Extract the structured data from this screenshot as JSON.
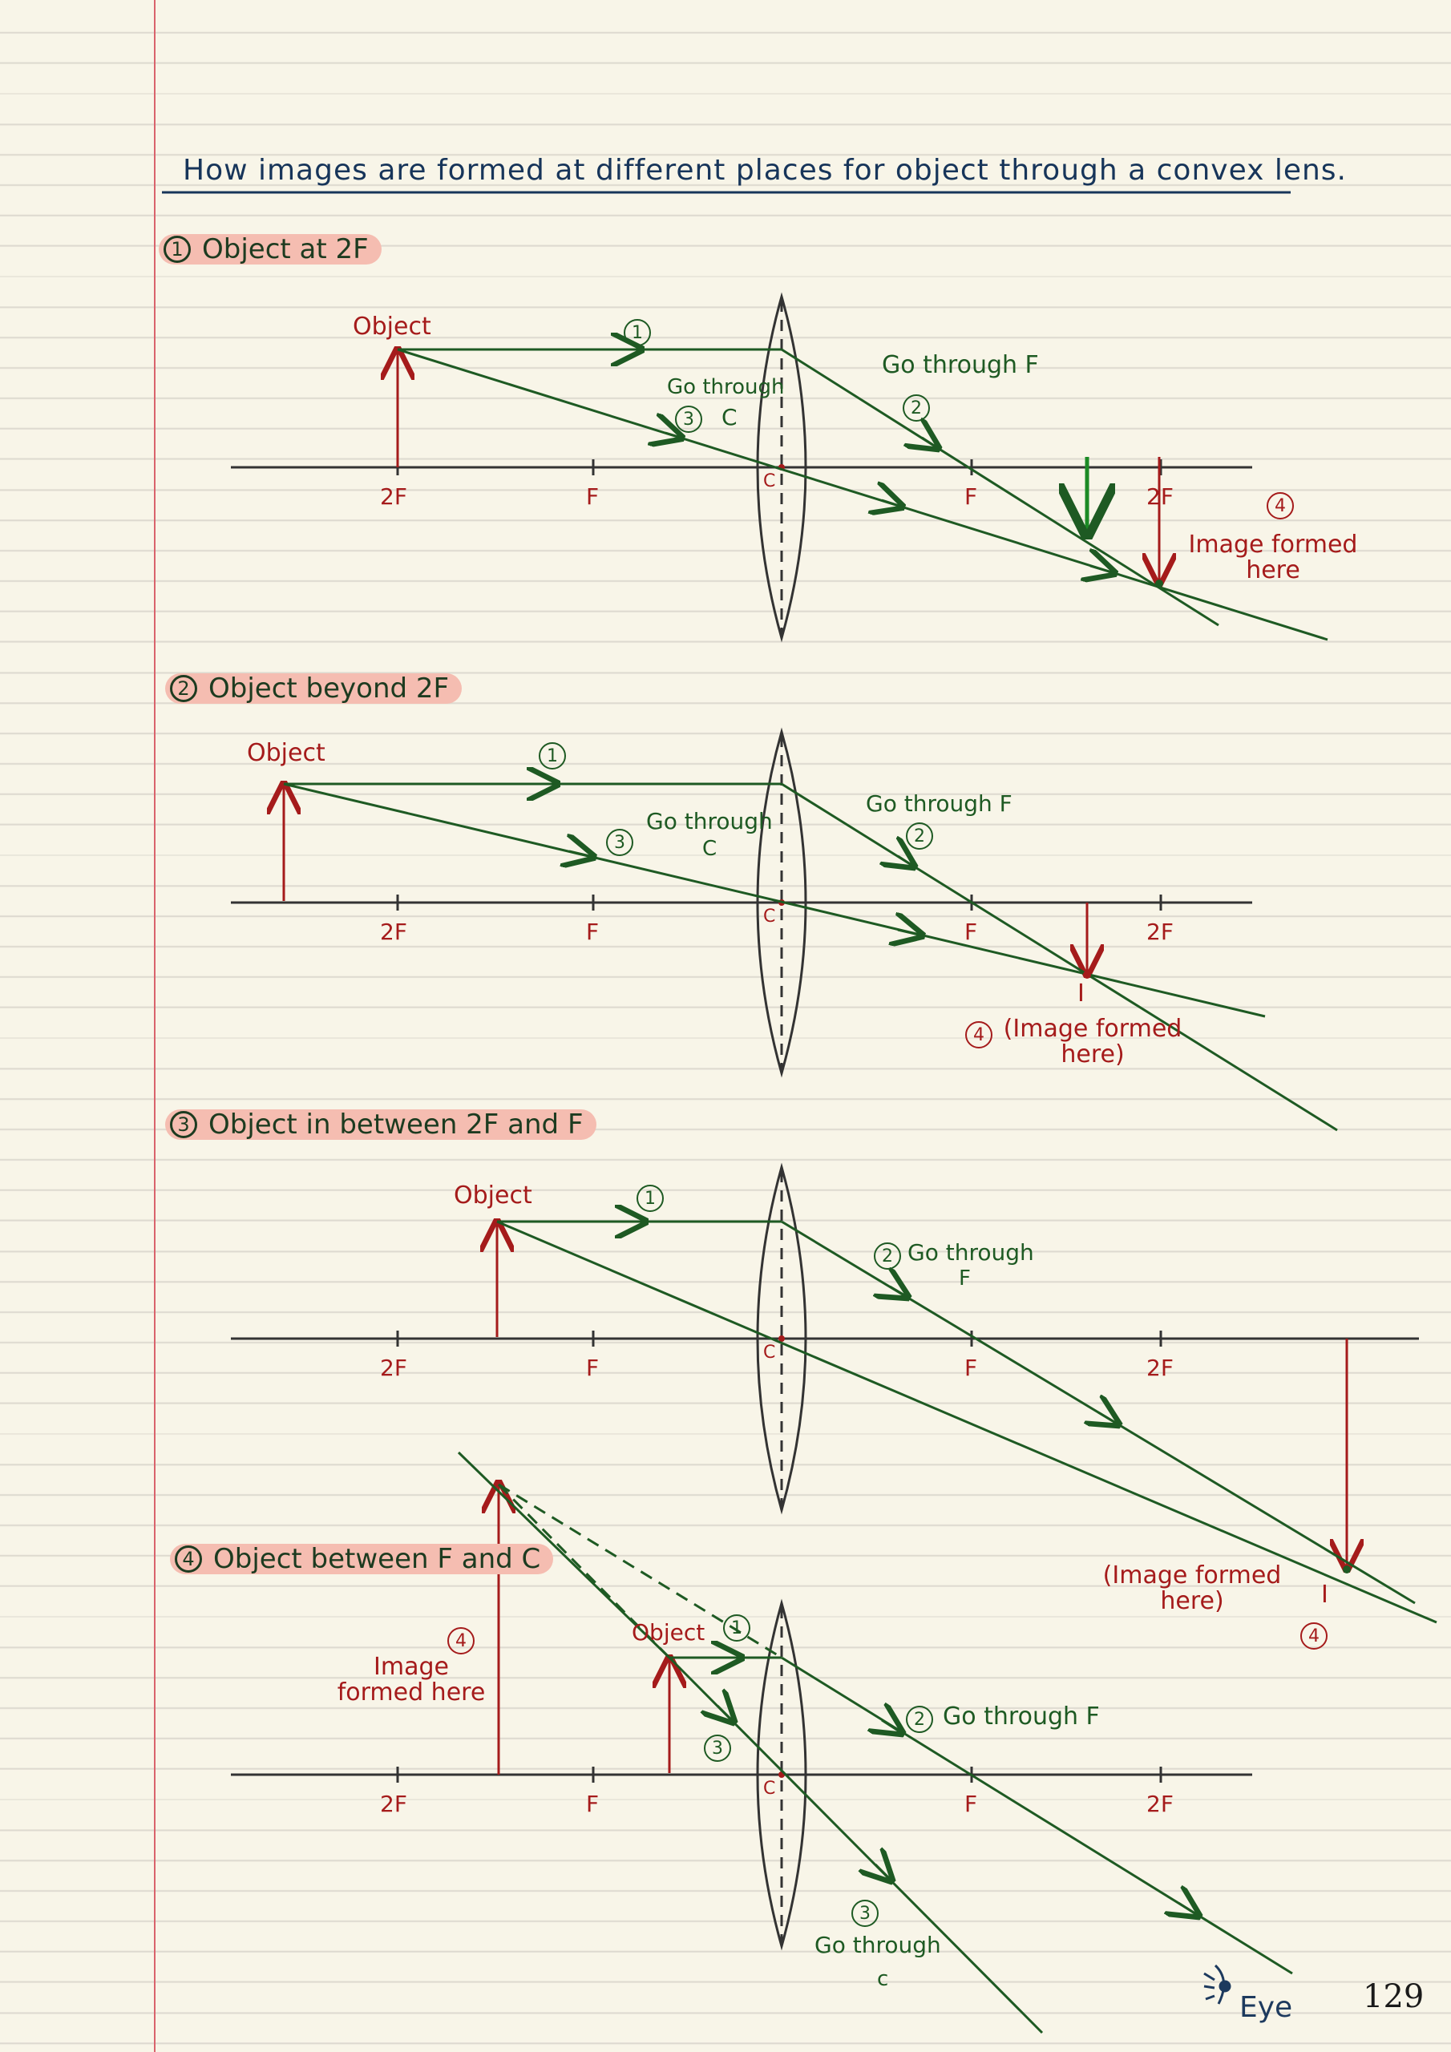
{
  "title": "How images are formed at different places for object through a convex lens.",
  "page_number": "129",
  "axis_labels": {
    "two_f": "2F",
    "f": "F",
    "c": "C"
  },
  "colors": {
    "ray": "#1e5a23",
    "object": "#a51b1b",
    "axis": "#333333",
    "highlight": "#f5bdb1",
    "title": "#17355a"
  },
  "sections": [
    {
      "num": "1",
      "heading": "Object at 2F",
      "object_label": "Object",
      "ray_numbers": [
        "1",
        "2",
        "3",
        "4"
      ],
      "go_through_f": "Go through F",
      "go_through_c": "Go through",
      "c_letter": "C",
      "image_label": "Image formed here"
    },
    {
      "num": "2",
      "heading": "Object beyond 2F",
      "object_label": "Object",
      "ray_numbers": [
        "1",
        "2",
        "3",
        "4"
      ],
      "go_through_f": "Go through F",
      "go_through_c": "Go through",
      "c_letter": "C",
      "image_letter": "I",
      "image_label": "(Image formed here)"
    },
    {
      "num": "3",
      "heading": "Object in between 2F and F",
      "object_label": "Object",
      "ray_numbers": [
        "1",
        "2",
        "4"
      ],
      "go_through": "Go through",
      "f_letter": "F",
      "image_letter": "I",
      "image_label": "(Image formed here)"
    },
    {
      "num": "4",
      "heading": "Object between F and C",
      "object_label": "Object",
      "ray_numbers": [
        "1",
        "2",
        "3",
        "4"
      ],
      "go_through_f": "Go through F",
      "go_through_c": "Go through",
      "c_letter": "c",
      "image_label": "Image formed here",
      "eye_label": "Eye"
    }
  ]
}
